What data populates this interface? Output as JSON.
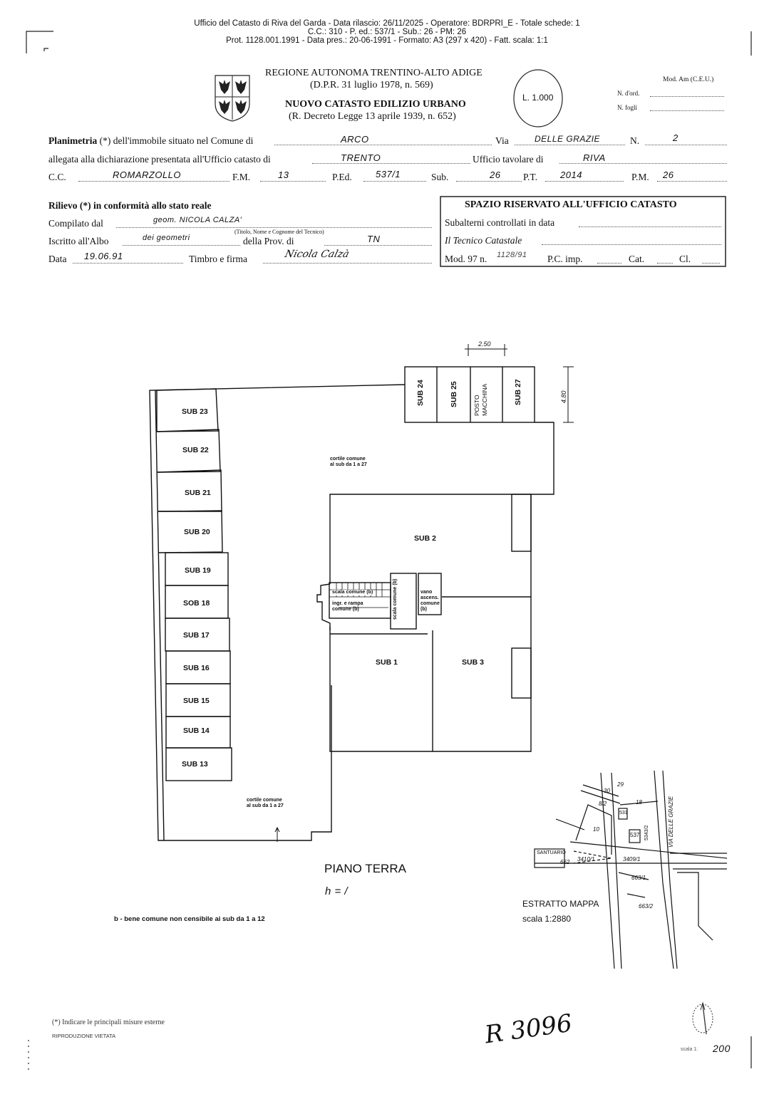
{
  "header": {
    "line1": "Ufficio del Catasto di Riva del Garda - Data rilascio: 26/11/2025 - Operatore: BDRPRI_E - Totale schede: 1",
    "line2": "C.C.: 310 - P. ed.: 537/1 - Sub.: 26 - PM: 26",
    "line3": "Prot. 1128.001.1991 - Data pres.: 20-06-1991 - Formato: A3 (297 x 420) - Fatt. scala: 1:1"
  },
  "form_header": {
    "region": "REGIONE AUTONOMA TRENTINO-ALTO ADIGE",
    "dpr": "(D.P.R. 31 luglio 1978, n. 569)",
    "catasto": "NUOVO CATASTO EDILIZIO URBANO",
    "decree": "(R. Decreto Legge 13 aprile 1939, n. 652)",
    "stamp": "L. 1.000",
    "model": "Mod. Am (C.E.U.)",
    "n_ord": "N. d'ord.",
    "n_fogli": "N. fogli"
  },
  "planimetria": {
    "label_bold": "Planimetria",
    "label_rest": "(*) dell'immobile situato nel Comune di",
    "comune": "ARCO",
    "via_label": "Via",
    "via": "DELLE GRAZIE",
    "n_label": "N.",
    "n": "2",
    "allegata_label": "allegata alla dichiarazione presentata all'Ufficio catasto di",
    "ufficio_catasto": "TRENTO",
    "tavolare_label": "Ufficio tavolare di",
    "tavolare": "RIVA",
    "cc_label": "C.C.",
    "cc": "ROMARZOLLO",
    "fm_label": "F.M.",
    "fm": "13",
    "ped_label": "P.Ed.",
    "ped": "537/1",
    "sub_label": "Sub.",
    "sub": "26",
    "pt_label": "P.T.",
    "pt": "2014",
    "pm_label": "P.M.",
    "pm": "26"
  },
  "rilievo": {
    "title": "Rilievo (*) in conformità allo stato reale",
    "compilato_label": "Compilato dal",
    "compilato": "geom. NICOLA CALZA'",
    "compilato_hint": "(Titolo, Nome e Cognome del Tecnico)",
    "albo_label": "Iscritto all'Albo",
    "albo": "dei geometri",
    "prov_label": "della Prov. di",
    "prov": "TN",
    "data_label": "Data",
    "data": "19.06.91",
    "firma_label": "Timbro e firma",
    "firma": "Nicola Calzà"
  },
  "riservato": {
    "title": "SPAZIO RISERVATO ALL'UFFICIO CATASTO",
    "subalterni": "Subalterni controllati in data",
    "tecnico": "Il Tecnico Catastale",
    "mod97": "Mod. 97 n.",
    "mod97_value": "1128/91",
    "pc_imp": "P.C. imp.",
    "cat": "Cat.",
    "cl": "Cl."
  },
  "plan": {
    "left_units": [
      "SUB 23",
      "SUB 22",
      "SUB 21",
      "SUB 20",
      "SUB 19",
      "SOB 18",
      "SUB 17",
      "SUB 16",
      "SUB 15",
      "SUB 14",
      "SUB 13"
    ],
    "top_units": [
      "SUB 24",
      "SUB 25",
      "POSTO MACCHINA",
      "SUB 27"
    ],
    "dim_width": "2.50",
    "dim_height": "4.80",
    "courtyard_top": [
      "cortile comune",
      "al sub da 1 a 27"
    ],
    "courtyard_bottom": [
      "cortile comune",
      "al sub da 1 a 27"
    ],
    "sub2": "SUB 2",
    "sub1": "SUB 1",
    "sub3": "SUB 3",
    "scala_comune_b": "scala comune (b)",
    "ingresso": [
      "ingr. e rampa",
      "comune (b)"
    ],
    "scala_comune_vert": "scala comune (b)",
    "vano": [
      "vano",
      "ascens.",
      "comune",
      "(b)"
    ],
    "floor_title": "PIANO TERRA",
    "height_note": "h = /",
    "legend_note": "b - bene comune non censibile ai sub da 1 a 12"
  },
  "map": {
    "title": "ESTRATTO MAPPA",
    "scale": "scala 1:2880",
    "labels": [
      "29",
      "30",
      "8/2",
      "18",
      "531",
      "10",
      "537",
      "5343/2",
      "3409/1",
      "3410/1",
      "SANTUARIO",
      "662",
      "663/1",
      "663/2",
      "VIA DELLE GRAZIE"
    ]
  },
  "footer": {
    "note": "(*) Indicare le principali misure esterne",
    "riproduzione": "RIPRODUZIONE VIETATA",
    "handwritten_number": "R 3096",
    "scale_label": "scala 1:",
    "scale_value": "200"
  }
}
